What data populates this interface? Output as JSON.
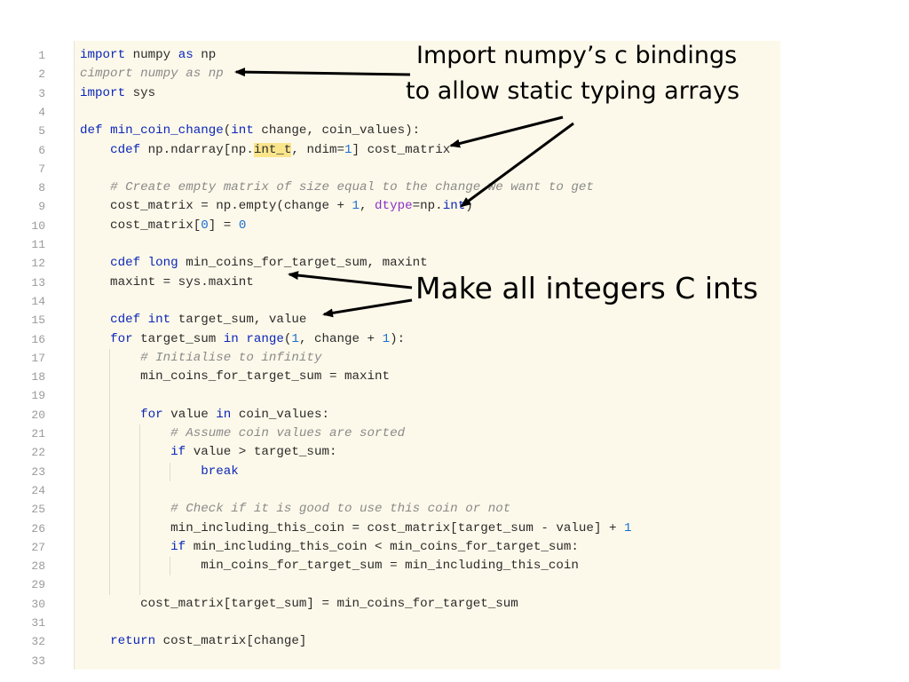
{
  "annotations": {
    "import_note_line1": "Import numpy’s c bindings",
    "import_note_line2": "to allow static typing arrays",
    "ints_note": "Make all integers C ints"
  },
  "code_lines": [
    {
      "n": "1",
      "tokens": [
        {
          "t": "import",
          "c": "kw"
        },
        {
          "t": " numpy "
        },
        {
          "t": "as",
          "c": "kw"
        },
        {
          "t": " np"
        }
      ]
    },
    {
      "n": "2",
      "tokens": [
        {
          "t": "cimport numpy as np",
          "c": "cm"
        }
      ]
    },
    {
      "n": "3",
      "tokens": [
        {
          "t": "import",
          "c": "kw"
        },
        {
          "t": " sys"
        }
      ]
    },
    {
      "n": "4",
      "tokens": []
    },
    {
      "n": "5",
      "tokens": [
        {
          "t": "def",
          "c": "kw"
        },
        {
          "t": " "
        },
        {
          "t": "min_coin_change",
          "c": "fn"
        },
        {
          "t": "("
        },
        {
          "t": "int",
          "c": "kw"
        },
        {
          "t": " change, coin_values):"
        }
      ]
    },
    {
      "n": "6",
      "tokens": [
        {
          "t": "    "
        },
        {
          "t": "cdef",
          "c": "kw"
        },
        {
          "t": " np.ndarray[np."
        },
        {
          "t": "int_t",
          "c": "hl"
        },
        {
          "t": ", ndim="
        },
        {
          "t": "1",
          "c": "num"
        },
        {
          "t": "] cost_matrix"
        }
      ]
    },
    {
      "n": "7",
      "tokens": []
    },
    {
      "n": "8",
      "tokens": [
        {
          "t": "    "
        },
        {
          "t": "# Create empty matrix of size equal to the change we want to get",
          "c": "cm"
        }
      ]
    },
    {
      "n": "9",
      "tokens": [
        {
          "t": "    cost_matrix = np.empty(change + "
        },
        {
          "t": "1",
          "c": "num"
        },
        {
          "t": ", "
        },
        {
          "t": "dtype",
          "c": "pr"
        },
        {
          "t": "=np."
        },
        {
          "t": "int",
          "c": "kw"
        },
        {
          "t": ")"
        }
      ]
    },
    {
      "n": "10",
      "tokens": [
        {
          "t": "    cost_matrix["
        },
        {
          "t": "0",
          "c": "num"
        },
        {
          "t": "] = "
        },
        {
          "t": "0",
          "c": "num"
        }
      ]
    },
    {
      "n": "11",
      "tokens": []
    },
    {
      "n": "12",
      "tokens": [
        {
          "t": "    "
        },
        {
          "t": "cdef",
          "c": "kw"
        },
        {
          "t": " "
        },
        {
          "t": "long",
          "c": "kw"
        },
        {
          "t": " min_coins_for_target_sum, maxint"
        }
      ]
    },
    {
      "n": "13",
      "tokens": [
        {
          "t": "    maxint = sys.maxint"
        }
      ]
    },
    {
      "n": "14",
      "tokens": []
    },
    {
      "n": "15",
      "tokens": [
        {
          "t": "    "
        },
        {
          "t": "cdef",
          "c": "kw"
        },
        {
          "t": " "
        },
        {
          "t": "int",
          "c": "kw"
        },
        {
          "t": " target_sum, value"
        }
      ]
    },
    {
      "n": "16",
      "tokens": [
        {
          "t": "    "
        },
        {
          "t": "for",
          "c": "kw"
        },
        {
          "t": " target_sum "
        },
        {
          "t": "in",
          "c": "kw"
        },
        {
          "t": " "
        },
        {
          "t": "range",
          "c": "kw"
        },
        {
          "t": "("
        },
        {
          "t": "1",
          "c": "num"
        },
        {
          "t": ", change + "
        },
        {
          "t": "1",
          "c": "num"
        },
        {
          "t": "):"
        }
      ]
    },
    {
      "n": "17",
      "tokens": [
        {
          "t": "        "
        },
        {
          "t": "# Initialise to infinity",
          "c": "cm"
        }
      ]
    },
    {
      "n": "18",
      "tokens": [
        {
          "t": "        min_coins_for_target_sum = maxint"
        }
      ]
    },
    {
      "n": "19",
      "tokens": []
    },
    {
      "n": "20",
      "tokens": [
        {
          "t": "        "
        },
        {
          "t": "for",
          "c": "kw"
        },
        {
          "t": " value "
        },
        {
          "t": "in",
          "c": "kw"
        },
        {
          "t": " coin_values:"
        }
      ]
    },
    {
      "n": "21",
      "tokens": [
        {
          "t": "            "
        },
        {
          "t": "# Assume coin values are sorted",
          "c": "cm"
        }
      ]
    },
    {
      "n": "22",
      "tokens": [
        {
          "t": "            "
        },
        {
          "t": "if",
          "c": "kw"
        },
        {
          "t": " value > target_sum:"
        }
      ]
    },
    {
      "n": "23",
      "tokens": [
        {
          "t": "                "
        },
        {
          "t": "break",
          "c": "kw"
        }
      ]
    },
    {
      "n": "24",
      "tokens": []
    },
    {
      "n": "25",
      "tokens": [
        {
          "t": "            "
        },
        {
          "t": "# Check if it is good to use this coin or not",
          "c": "cm"
        }
      ]
    },
    {
      "n": "26",
      "tokens": [
        {
          "t": "            min_including_this_coin = cost_matrix[target_sum - value] + "
        },
        {
          "t": "1",
          "c": "num"
        }
      ]
    },
    {
      "n": "27",
      "tokens": [
        {
          "t": "            "
        },
        {
          "t": "if",
          "c": "kw"
        },
        {
          "t": " min_including_this_coin < min_coins_for_target_sum:"
        }
      ]
    },
    {
      "n": "28",
      "tokens": [
        {
          "t": "                min_coins_for_target_sum = min_including_this_coin"
        }
      ]
    },
    {
      "n": "29",
      "tokens": []
    },
    {
      "n": "30",
      "tokens": [
        {
          "t": "        cost_matrix[target_sum] = min_coins_for_target_sum"
        }
      ]
    },
    {
      "n": "31",
      "tokens": []
    },
    {
      "n": "32",
      "tokens": [
        {
          "t": "    "
        },
        {
          "t": "return",
          "c": "kw"
        },
        {
          "t": " cost_matrix[change]"
        }
      ]
    },
    {
      "n": "33",
      "tokens": []
    }
  ]
}
